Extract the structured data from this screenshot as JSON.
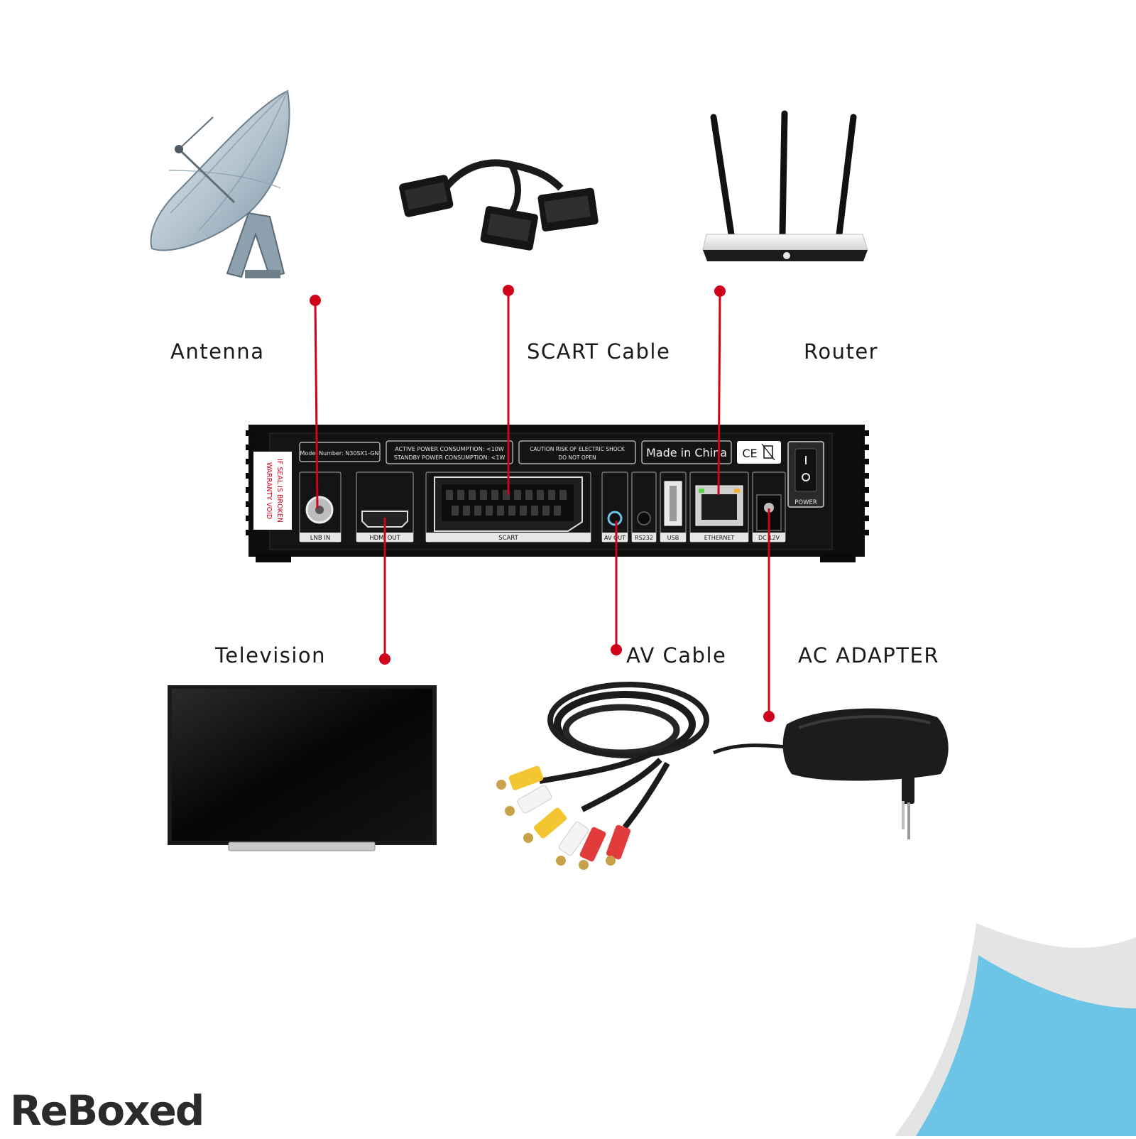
{
  "labels": {
    "antenna": "Antenna",
    "scart": "SCART Cable",
    "router": "Router",
    "television": "Television",
    "av": "AV Cable",
    "adapter": "AC ADAPTER"
  },
  "receiver": {
    "model": "Model Number: N30SX1-GN",
    "power_consumption_1": "ACTIVE POWER CONSUMPTION: <10W",
    "power_consumption_2": "STANDBY POWER CONSUMPTION: <1W",
    "caution_1": "CAUTION RISK OF ELECTRIC SHOCK",
    "caution_2": "DO NOT OPEN",
    "made_in": "Made in China",
    "ce": "CE",
    "warranty_1": "WARRANTY VOID",
    "warranty_2": "IF SEAL IS BROKEN",
    "power_label": "POWER",
    "ports": {
      "lnb": "LNB IN",
      "hdmi": "HDMI OUT",
      "scart": "SCART",
      "av": "AV OUT",
      "rs232": "RS232",
      "usb": "USB",
      "ethernet": "ETHERNET",
      "dc": "DC 12V"
    }
  },
  "brand": "ReBoxed",
  "colors": {
    "connector": "#d0021b",
    "device": "#121212",
    "corner_blue": "#6cc5e6"
  }
}
